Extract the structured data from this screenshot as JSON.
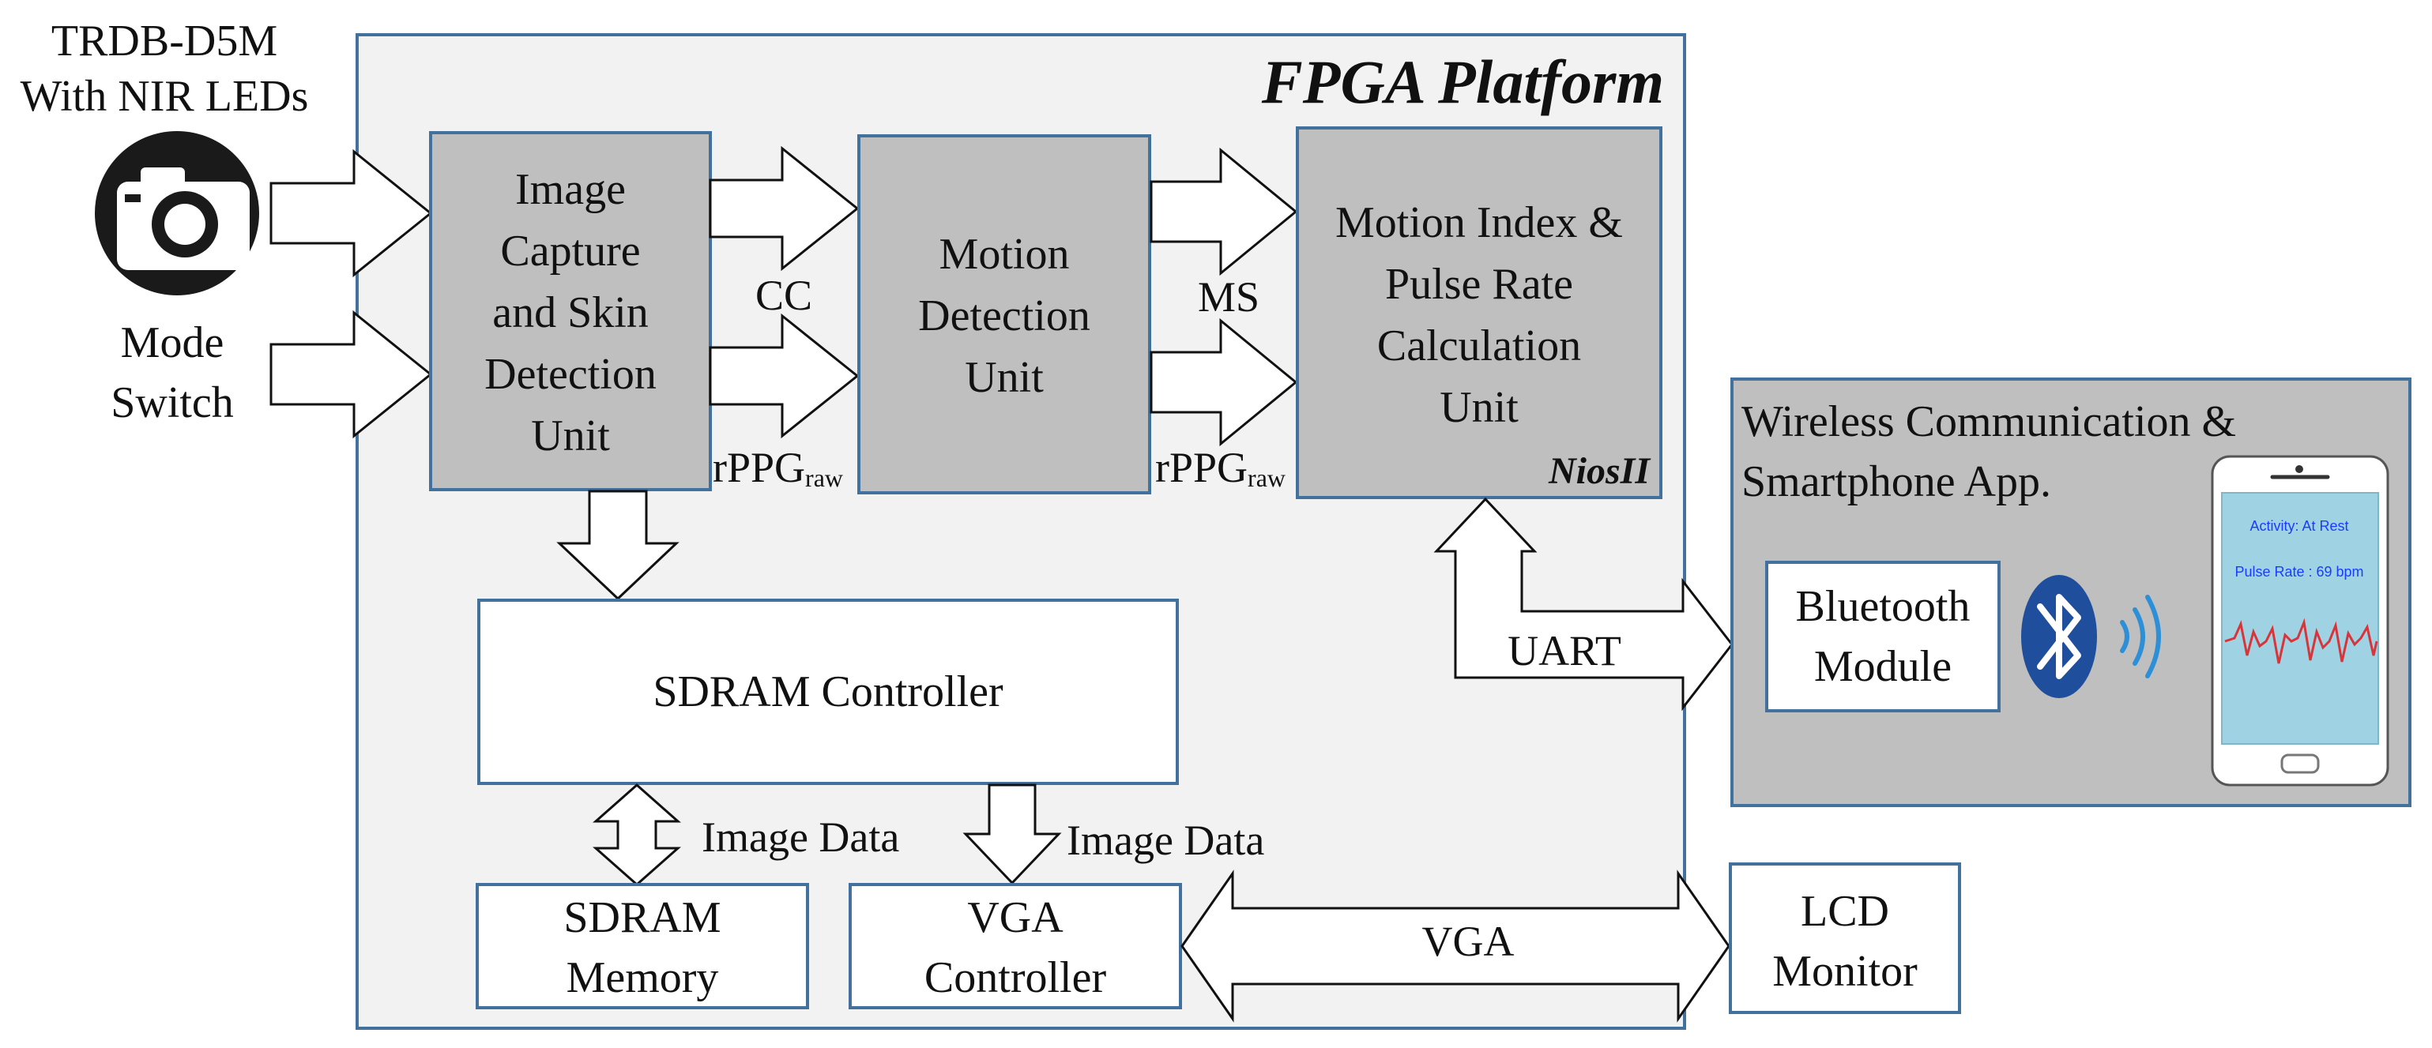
{
  "camera": {
    "title_line1": "TRDB-D5M",
    "title_line2": "With NIR LEDs"
  },
  "mode_switch": {
    "line1": "Mode",
    "line2": "Switch"
  },
  "platform": {
    "title": "FPGA Platform"
  },
  "blocks": {
    "image_capture": [
      "Image",
      "Capture",
      "and Skin",
      "Detection",
      "Unit"
    ],
    "motion_detection": [
      "Motion",
      "Detection",
      "Unit"
    ],
    "motion_index": [
      "Motion Index &",
      "Pulse Rate",
      "Calculation",
      "Unit"
    ],
    "nios": "NiosII",
    "sdram_controller": "SDRAM Controller",
    "sdram_memory": [
      "SDRAM",
      "Memory"
    ],
    "vga_controller": [
      "VGA",
      "Controller"
    ],
    "lcd_monitor": [
      "LCD",
      "Monitor"
    ]
  },
  "signals": {
    "cc": "CC",
    "ms": "MS",
    "rppg_main": "rPPG",
    "rppg_sub": "raw",
    "image_data": "Image Data",
    "uart": "UART",
    "vga": "VGA"
  },
  "wireless": {
    "title_line1": "Wireless Communication &",
    "title_line2": "Smartphone App.",
    "bluetooth": [
      "Bluetooth",
      "Module"
    ],
    "phone_activity": "Activity:  At Rest",
    "phone_pulse": "Pulse Rate : 69 bpm"
  },
  "icons": [
    "camera-icon",
    "bluetooth-icon",
    "wireless-signal-icon",
    "smartphone-icon"
  ],
  "colors": {
    "platform_bg": "#f2f2f2",
    "block_gray": "#bfbfbf",
    "border_blue": "#41719c",
    "wireless_bg": "#bfbfbf",
    "bluetooth_blue": "#1f4e9c",
    "phone_screen": "#9fd3e3",
    "pulse_red": "#d9343a"
  }
}
